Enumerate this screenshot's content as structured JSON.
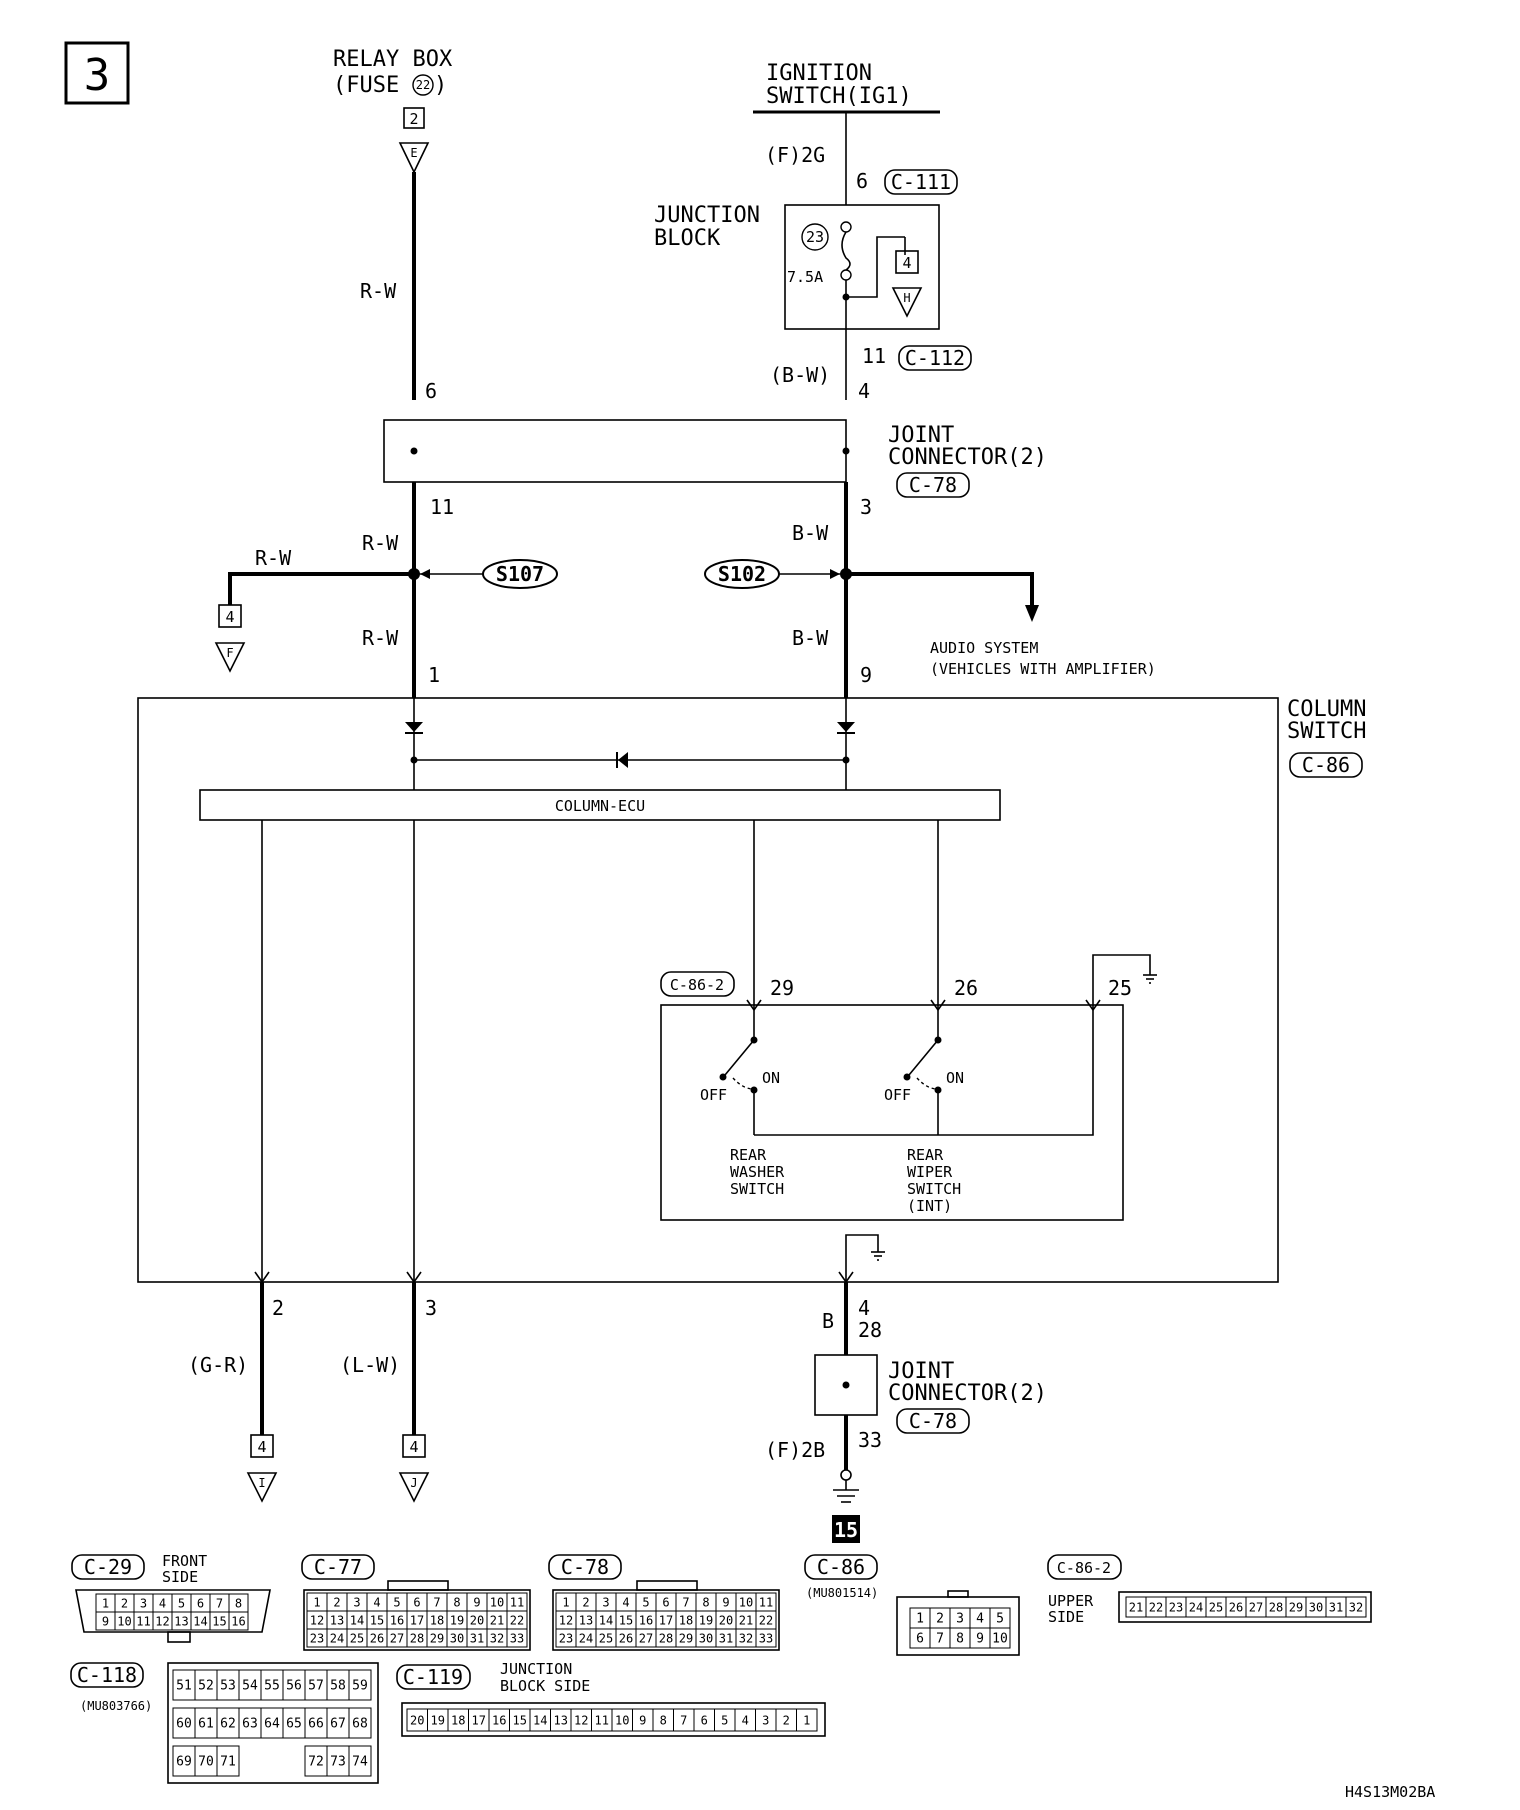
{
  "page": {
    "number": "3",
    "drawing_code": "H4S13M02BA"
  },
  "relay_box": {
    "title": "RELAY BOX",
    "fuse_prefix": "(FUSE ",
    "fuse_num": "22",
    "fuse_suffix": ")",
    "pin_box": "2",
    "connector_letter": "E"
  },
  "ignition": {
    "line1": "IGNITION",
    "line2": "SWITCH(IG1)",
    "wire": "(F)2G",
    "pin": "6",
    "connector": "C-111"
  },
  "junction_block": {
    "line1": "JUNCTION",
    "line2": "BLOCK",
    "fuse_num": "23",
    "amp": "7.5A",
    "pin_box": "4",
    "connector_letter": "H",
    "out_pin": "11",
    "out_connector": "C-112",
    "out_wire": "(B-W)"
  },
  "wires": {
    "rw": "R-W",
    "bw": "B-W",
    "b": "B",
    "gr": "(G-R)",
    "lw": "(L-W)"
  },
  "joint_connector_top": {
    "line1": "JOINT",
    "line2": "CONNECTOR(2)",
    "connector": "C-78",
    "pin_in_left": "6",
    "pin_in_right": "4",
    "pin_out_left": "11",
    "pin_out_right": "3"
  },
  "splices": {
    "left": "S107",
    "right": "S102"
  },
  "left_branch": {
    "pin_box": "4",
    "connector_letter": "F"
  },
  "audio": {
    "line1": "AUDIO SYSTEM",
    "line2": "(VEHICLES WITH AMPLIFIER)"
  },
  "column_switch": {
    "line1": "COLUMN",
    "line2": "SWITCH",
    "connector": "C-86",
    "pin_left": "1",
    "pin_right": "9",
    "ecu": "COLUMN-ECU"
  },
  "switch_module": {
    "connector": "C-86-2",
    "pins": [
      "29",
      "26",
      "25"
    ],
    "on": "ON",
    "off": "OFF",
    "washer": [
      "REAR",
      "WASHER",
      "SWITCH"
    ],
    "wiper": [
      "REAR",
      "WIPER",
      "SWITCH",
      "(INT)"
    ]
  },
  "outputs": {
    "left": {
      "pin": "2",
      "pin_box": "4",
      "connector_letter": "I"
    },
    "mid": {
      "pin": "3",
      "pin_box": "4",
      "connector_letter": "J"
    },
    "ground": {
      "pin": "4",
      "pin2": "28",
      "pin3": "33",
      "wire": "(F)2B",
      "ground_num": "15"
    }
  },
  "joint_connector_bottom": {
    "line1": "JOINT",
    "line2": "CONNECTOR(2)",
    "connector": "C-78"
  },
  "connectors": {
    "c29": {
      "label": "C-29",
      "side1": "FRONT",
      "side2": "SIDE",
      "row1": [
        "1",
        "2",
        "3",
        "4",
        "5",
        "6",
        "7",
        "8"
      ],
      "row2": [
        "9",
        "10",
        "11",
        "12",
        "13",
        "14",
        "15",
        "16"
      ]
    },
    "c77": {
      "label": "C-77",
      "row1": [
        "1",
        "2",
        "3",
        "4",
        "5",
        "6",
        "7",
        "8",
        "9",
        "10",
        "11"
      ],
      "row2": [
        "12",
        "13",
        "14",
        "15",
        "16",
        "17",
        "18",
        "19",
        "20",
        "21",
        "22"
      ],
      "row3": [
        "23",
        "24",
        "25",
        "26",
        "27",
        "28",
        "29",
        "30",
        "31",
        "32",
        "33"
      ]
    },
    "c78": {
      "label": "C-78",
      "row1": [
        "1",
        "2",
        "3",
        "4",
        "5",
        "6",
        "7",
        "8",
        "9",
        "10",
        "11"
      ],
      "row2": [
        "12",
        "13",
        "14",
        "15",
        "16",
        "17",
        "18",
        "19",
        "20",
        "21",
        "22"
      ],
      "row3": [
        "23",
        "24",
        "25",
        "26",
        "27",
        "28",
        "29",
        "30",
        "31",
        "32",
        "33"
      ]
    },
    "c86": {
      "label": "C-86",
      "part": "(MU801514)",
      "row1": [
        "1",
        "2",
        "3",
        "4",
        "5"
      ],
      "row2": [
        "6",
        "7",
        "8",
        "9",
        "10"
      ]
    },
    "c86_2": {
      "label": "C-86-2",
      "side1": "UPPER",
      "side2": "SIDE",
      "pins": [
        "21",
        "22",
        "23",
        "24",
        "25",
        "26",
        "27",
        "28",
        "29",
        "30",
        "31",
        "32"
      ]
    },
    "c118": {
      "label": "C-118",
      "part": "(MU803766)",
      "row1": [
        "51",
        "52",
        "53",
        "54",
        "55",
        "56",
        "57",
        "58",
        "59"
      ],
      "row2": [
        "60",
        "61",
        "62",
        "63",
        "64",
        "65",
        "66",
        "67",
        "68"
      ],
      "row3": [
        "69",
        "70",
        "71",
        "",
        "",
        "",
        "72",
        "73",
        "74"
      ]
    },
    "c119": {
      "label": "C-119",
      "side1": "JUNCTION",
      "side2": "BLOCK SIDE",
      "pins": [
        "20",
        "19",
        "18",
        "17",
        "16",
        "15",
        "14",
        "13",
        "12",
        "11",
        "10",
        "9",
        "8",
        "7",
        "6",
        "5",
        "4",
        "3",
        "2",
        "1"
      ]
    }
  }
}
